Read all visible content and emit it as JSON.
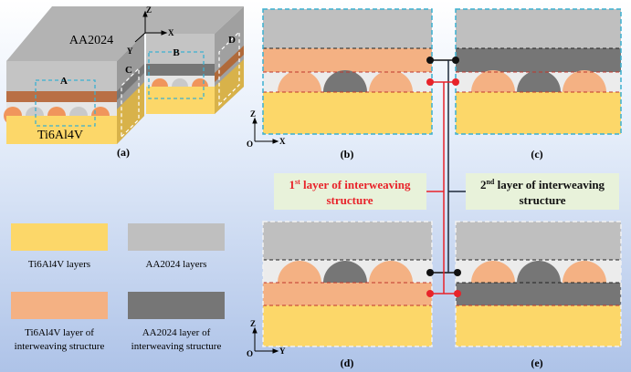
{
  "colors": {
    "ti_layer": "#fcd769",
    "aa_layer": "#bfbfbf",
    "ti_interweave": "#f4b183",
    "aa_interweave": "#767676",
    "first_layer": "#e8232a",
    "second_layer": "#1f2a3a",
    "label_box": "#e8f2da"
  },
  "panel_a": {
    "top_label": "AA2024",
    "bottom_label": "Ti6Al4V",
    "region_labels": [
      "A",
      "B",
      "C",
      "D"
    ],
    "axes": {
      "z": "Z",
      "x": "X",
      "y": "Y"
    },
    "caption": "(a)"
  },
  "panels": {
    "b": {
      "caption": "(b)",
      "axes": {
        "origin": "O",
        "up": "Z",
        "right": "X"
      }
    },
    "c": {
      "caption": "(c)"
    },
    "d": {
      "caption": "(d)",
      "axes": {
        "origin": "O",
        "up": "Z",
        "right": "Y"
      }
    },
    "e": {
      "caption": "(e)"
    }
  },
  "callouts": {
    "first": {
      "sup_num": "1",
      "sup": "st",
      "line1_rest": " layer of interweaving",
      "line2": "structure"
    },
    "second": {
      "sup_num": "2",
      "sup": "nd",
      "line1_rest": " layer of interweaving",
      "line2": "structure"
    }
  },
  "legend": {
    "ti_layers": "Ti6Al4V layers",
    "aa_layers": "AA2024 layers",
    "ti_interweave_line1": "Ti6Al4V layer of",
    "ti_interweave_line2": "interweaving structure",
    "aa_interweave_line1": "AA2024 layer of",
    "aa_interweave_line2": "interweaving structure"
  }
}
